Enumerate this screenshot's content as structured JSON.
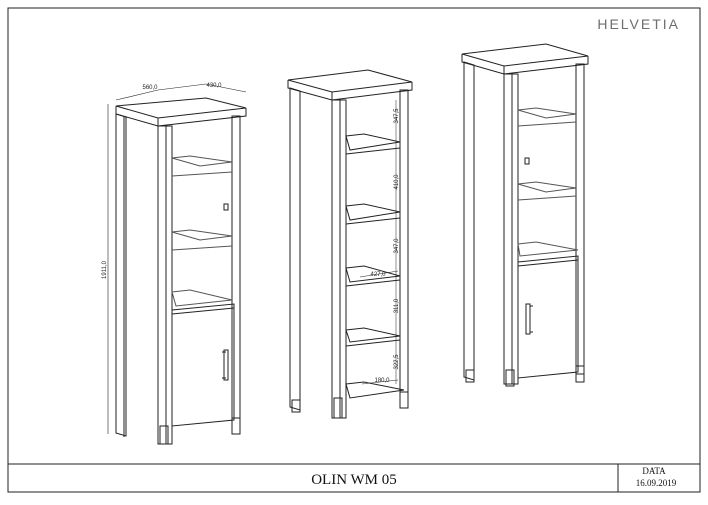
{
  "brand": "HELVETIA",
  "title_block": {
    "product": "OLIN WM 05",
    "date_label": "DATA",
    "date_value": "16.09.2019"
  },
  "dimensions": {
    "width": "560,0",
    "depth": "430,0",
    "height": "1911,0",
    "shelf_gap_1": "347,5",
    "shelf_gap_2": "410,0",
    "shelf_gap_3": "347,0",
    "shelf_gap_4": "311,0",
    "shelf_gap_5": "322,5",
    "shelf_depth": "427,0",
    "plinth_depth": "180,0"
  },
  "colors": {
    "line": "#222222",
    "glass": "#555555",
    "brand": "#6e6e6e"
  }
}
